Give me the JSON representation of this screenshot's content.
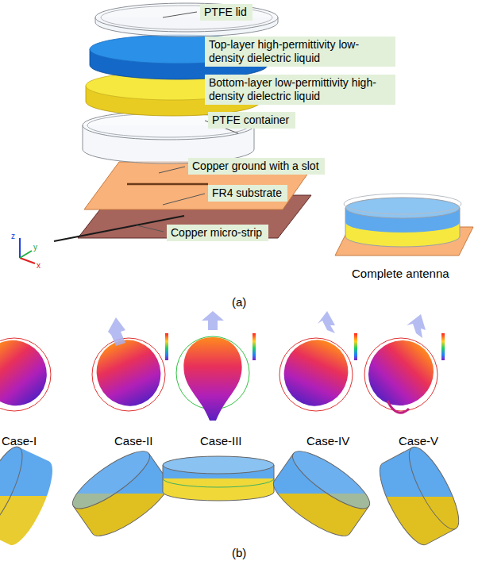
{
  "diagram": {
    "nodes": [
      {
        "text": [
          "PTFE lid"
        ]
      },
      {
        "text": [
          "Top-layer high-permittivity low-density dielectric liquid"
        ]
      },
      {
        "text": [
          "Bottom-layer low-permittivity high-density dielectric liquid"
        ]
      },
      {
        "text": [
          "PTFE container"
        ]
      },
      {
        "text": [
          "Copper ground with a slot"
        ]
      },
      {
        "text": [
          "FR4 substrate"
        ]
      },
      {
        "text": [
          "Copper micro-strip"
        ]
      }
    ],
    "labels": [
      "z",
      "y",
      "x",
      "Complete antenna",
      "(a)",
      "Case-I",
      "Case-II",
      "Case-III",
      "Case-IV",
      "Case-V",
      "(b)"
    ]
  }
}
